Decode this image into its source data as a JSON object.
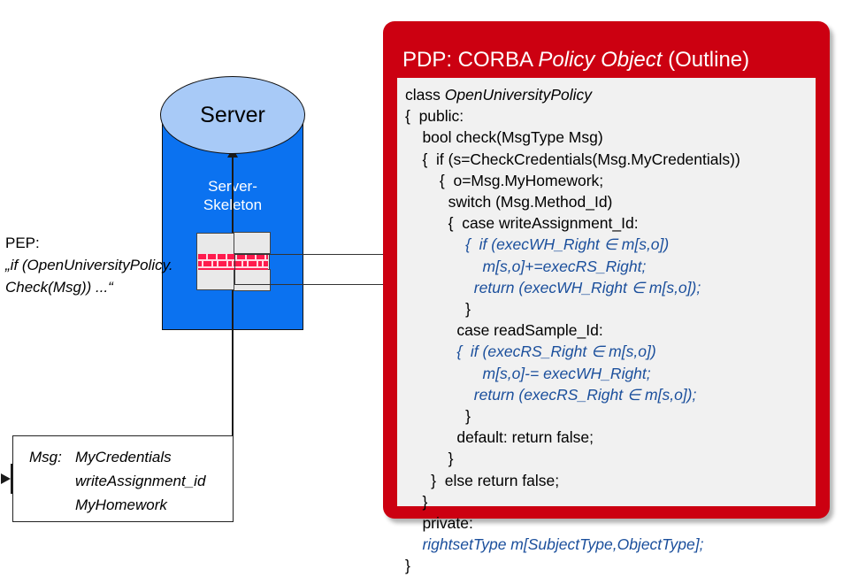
{
  "diagram": {
    "server": {
      "cylinder_label": "Server",
      "skeleton_label_line1": "Server-",
      "skeleton_label_line2": "Skeleton",
      "body_color": "#0b72f0",
      "top_color": "#a8caf7"
    },
    "pep": {
      "title": "PEP:",
      "line1": "„if (OpenUniversityPolicy.",
      "line2": "Check(Msg)) ...“",
      "component_name": "pep-firewall-component"
    },
    "msg": {
      "label": "Msg:",
      "fields": [
        "MyCredentials",
        "writeAssignment_id",
        "MyHomework"
      ]
    }
  },
  "pdp": {
    "title_plain1": "PDP: CORBA ",
    "title_italic": "Policy Object",
    "title_plain2": " (Outline)",
    "panel_color": "#cc0011",
    "code_bg": "#f1f1f1",
    "blue_color": "#1b4f9c",
    "code": [
      {
        "indent": 0,
        "style": "mixed",
        "plain": "class ",
        "italic": "OpenUniversityPolicy"
      },
      {
        "indent": 0,
        "style": "plain",
        "text": "{  public:"
      },
      {
        "indent": 2,
        "style": "plain",
        "text": "bool check(MsgType Msg)"
      },
      {
        "indent": 2,
        "style": "plain",
        "text": "{  if (s=CheckCredentials(Msg.MyCredentials))"
      },
      {
        "indent": 4,
        "style": "plain",
        "text": "{  o=Msg.MyHomework;"
      },
      {
        "indent": 5,
        "style": "plain",
        "text": "switch (Msg.Method_Id)"
      },
      {
        "indent": 5,
        "style": "plain",
        "text": "{  case writeAssignment_Id:"
      },
      {
        "indent": 7,
        "style": "blue",
        "text": "{  if (execWH_Right ∈ m[s,o])"
      },
      {
        "indent": 9,
        "style": "blue",
        "text": "m[s,o]+=execRS_Right;"
      },
      {
        "indent": 8,
        "style": "blue",
        "text": "return (execWH_Right ∈ m[s,o]);"
      },
      {
        "indent": 7,
        "style": "plain",
        "text": "}"
      },
      {
        "indent": 6,
        "style": "plain",
        "text": "case readSample_Id:"
      },
      {
        "indent": 6,
        "style": "blue",
        "text": "{  if (execRS_Right ∈ m[s,o])"
      },
      {
        "indent": 9,
        "style": "blue",
        "text": "m[s,o]-= execWH_Right;"
      },
      {
        "indent": 8,
        "style": "blue",
        "text": "return (execRS_Right ∈ m[s,o]);"
      },
      {
        "indent": 7,
        "style": "plain",
        "text": "}"
      },
      {
        "indent": 6,
        "style": "plain",
        "text": "default: return false;"
      },
      {
        "indent": 5,
        "style": "plain",
        "text": "}"
      },
      {
        "indent": 3,
        "style": "plain",
        "text": "}  else return false;"
      },
      {
        "indent": 2,
        "style": "plain",
        "text": "}"
      },
      {
        "indent": 2,
        "style": "plain",
        "text": "private:"
      },
      {
        "indent": 2,
        "style": "blue",
        "text": "rightsetType m[SubjectType,ObjectType];"
      },
      {
        "indent": 0,
        "style": "plain",
        "text": "}"
      }
    ]
  }
}
